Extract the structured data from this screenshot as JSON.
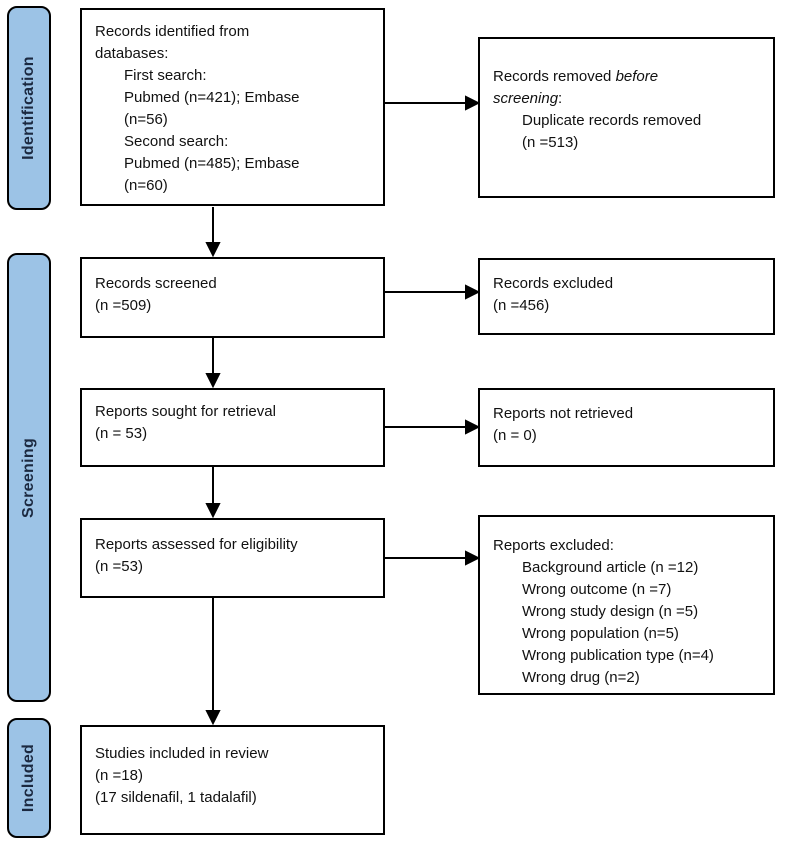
{
  "stages": [
    {
      "label": "Identification"
    },
    {
      "label": "Screening"
    },
    {
      "label": "Included"
    }
  ],
  "boxes": {
    "identified": {
      "lines": [
        "Records identified from",
        "databases:"
      ],
      "indented": [
        "First search:",
        "Pubmed (n=421); Embase",
        "(n=56)",
        "Second search:",
        "Pubmed (n=485); Embase",
        "(n=60)"
      ]
    },
    "removed": {
      "line1_regular": "Records removed ",
      "line1_italic": "before",
      "line2_italic": "screening",
      "line2_regular": ":",
      "indented": [
        "Duplicate records removed",
        "(n =513)"
      ]
    },
    "screened": {
      "lines": [
        "Records screened",
        "(n =509)"
      ]
    },
    "records_excluded": {
      "lines": [
        "Records excluded",
        "(n =456)"
      ]
    },
    "sought": {
      "lines": [
        "Reports sought for retrieval",
        "(n = 53)"
      ]
    },
    "not_retrieved": {
      "lines": [
        "Reports not retrieved",
        "(n = 0)"
      ]
    },
    "assessed": {
      "lines": [
        "Reports assessed for eligibility",
        "(n =53)"
      ]
    },
    "reports_excluded": {
      "header": "Reports excluded:",
      "indented": [
        "Background article (n =12)",
        "Wrong outcome (n =7)",
        "Wrong study design (n =5)",
        "Wrong population (n=5)",
        "Wrong publication type (n=4)",
        "Wrong drug (n=2)"
      ]
    },
    "included": {
      "lines": [
        "Studies included in review",
        "(n =18)",
        "(17 sildenafil, 1 tadalafil)"
      ]
    }
  },
  "colors": {
    "stage_fill": "#9cc3e6",
    "stage_text": "#1b2940",
    "stage_border": "#000000",
    "box_border": "#000000",
    "arrow": "#000000"
  }
}
